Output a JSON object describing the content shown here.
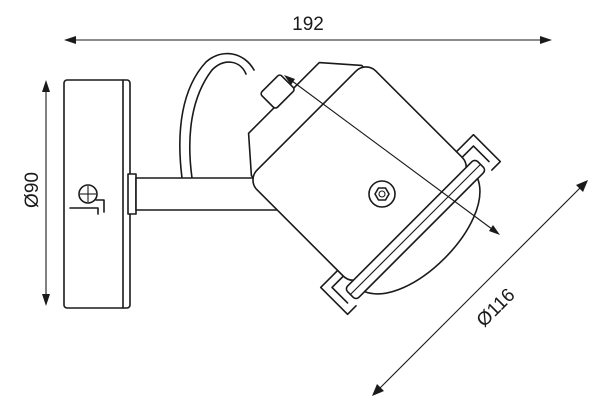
{
  "diagram": {
    "dimensions": {
      "width_label": "192",
      "height_label": "Ø90",
      "diagonal_label": "Ø116"
    },
    "colors": {
      "stroke": "#1a1a1a",
      "background": "#ffffff"
    }
  }
}
